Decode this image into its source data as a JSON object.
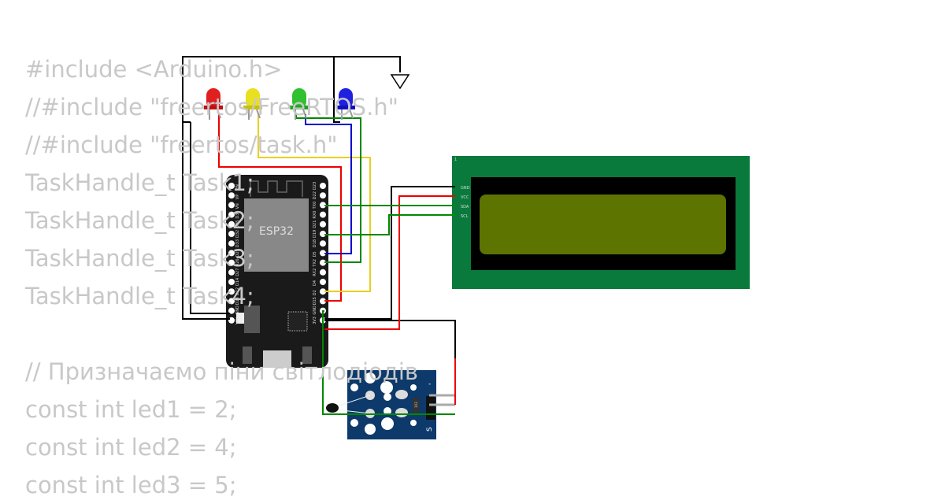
{
  "code_lines": [
    "#include <Arduino.h>",
    "//#include \"freertos/FreeRTOS.h\"",
    "//#include \"freertos/task.h\"",
    "TaskHandle_t Task1;",
    "TaskHandle_t Task2;",
    "TaskHandle_t Task3;",
    "TaskHandle_t Task4;",
    "",
    "// Призначаємо піни світлодіодів",
    "const int led1 = 2;",
    "const int led2 = 4;",
    "const int led3 = 5;"
  ],
  "esp32": {
    "label": "ESP32",
    "left_pins": [
      "EN",
      "VP",
      "VN",
      "D34",
      "D35",
      "D32",
      "D33",
      "D25",
      "D26",
      "D27",
      "D14",
      "D12",
      "D13",
      "GND",
      "VIN"
    ],
    "right_pins": [
      "D23",
      "D22",
      "TX0",
      "RX0",
      "D21",
      "D19",
      "D18",
      "D5",
      "TX2",
      "RX2",
      "D4",
      "D2",
      "D15",
      "GND",
      "3V3"
    ]
  },
  "lcd": {
    "pin1_marker": "1",
    "pins": [
      "GND",
      "VCC",
      "SDA",
      "SCL"
    ]
  },
  "sensor": {
    "pin_label": "S",
    "minus_label": "-",
    "resistor_label": "103"
  },
  "colors": {
    "led_red": "#e02020",
    "led_yellow": "#e8e020",
    "led_green": "#30c030",
    "led_blue": "#2020e0",
    "lcd_pcb": "#0a7a3c",
    "lcd_screen": "#5d7400",
    "sensor_pcb": "#0d3a6b"
  }
}
